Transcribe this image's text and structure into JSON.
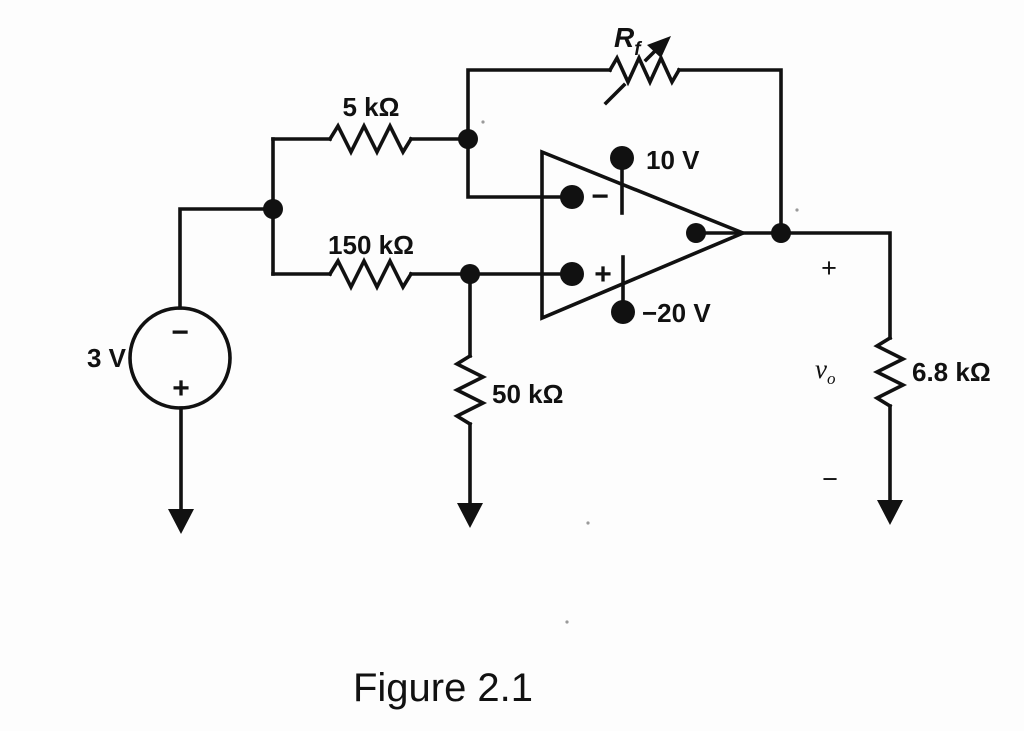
{
  "figure": {
    "caption": "Figure 2.1"
  },
  "source": {
    "value": "3 V",
    "minus_sign": "−",
    "plus_sign": "+"
  },
  "resistors": {
    "input_top": "5 kΩ",
    "input_bottom": "150 kΩ",
    "to_ground": "50 kΩ",
    "load": "6.8 kΩ",
    "feedback_base": "R",
    "feedback_sub": "f"
  },
  "opamp": {
    "inverting_sign": "−",
    "noninverting_sign": "+",
    "supply_positive": "10 V",
    "supply_negative": "−20 V"
  },
  "output": {
    "plus_sign": "+",
    "minus_sign": "−",
    "v_base": "v",
    "v_sub": "o"
  },
  "colors": {
    "ink": "#111111",
    "paper": "#fdfdfd"
  }
}
